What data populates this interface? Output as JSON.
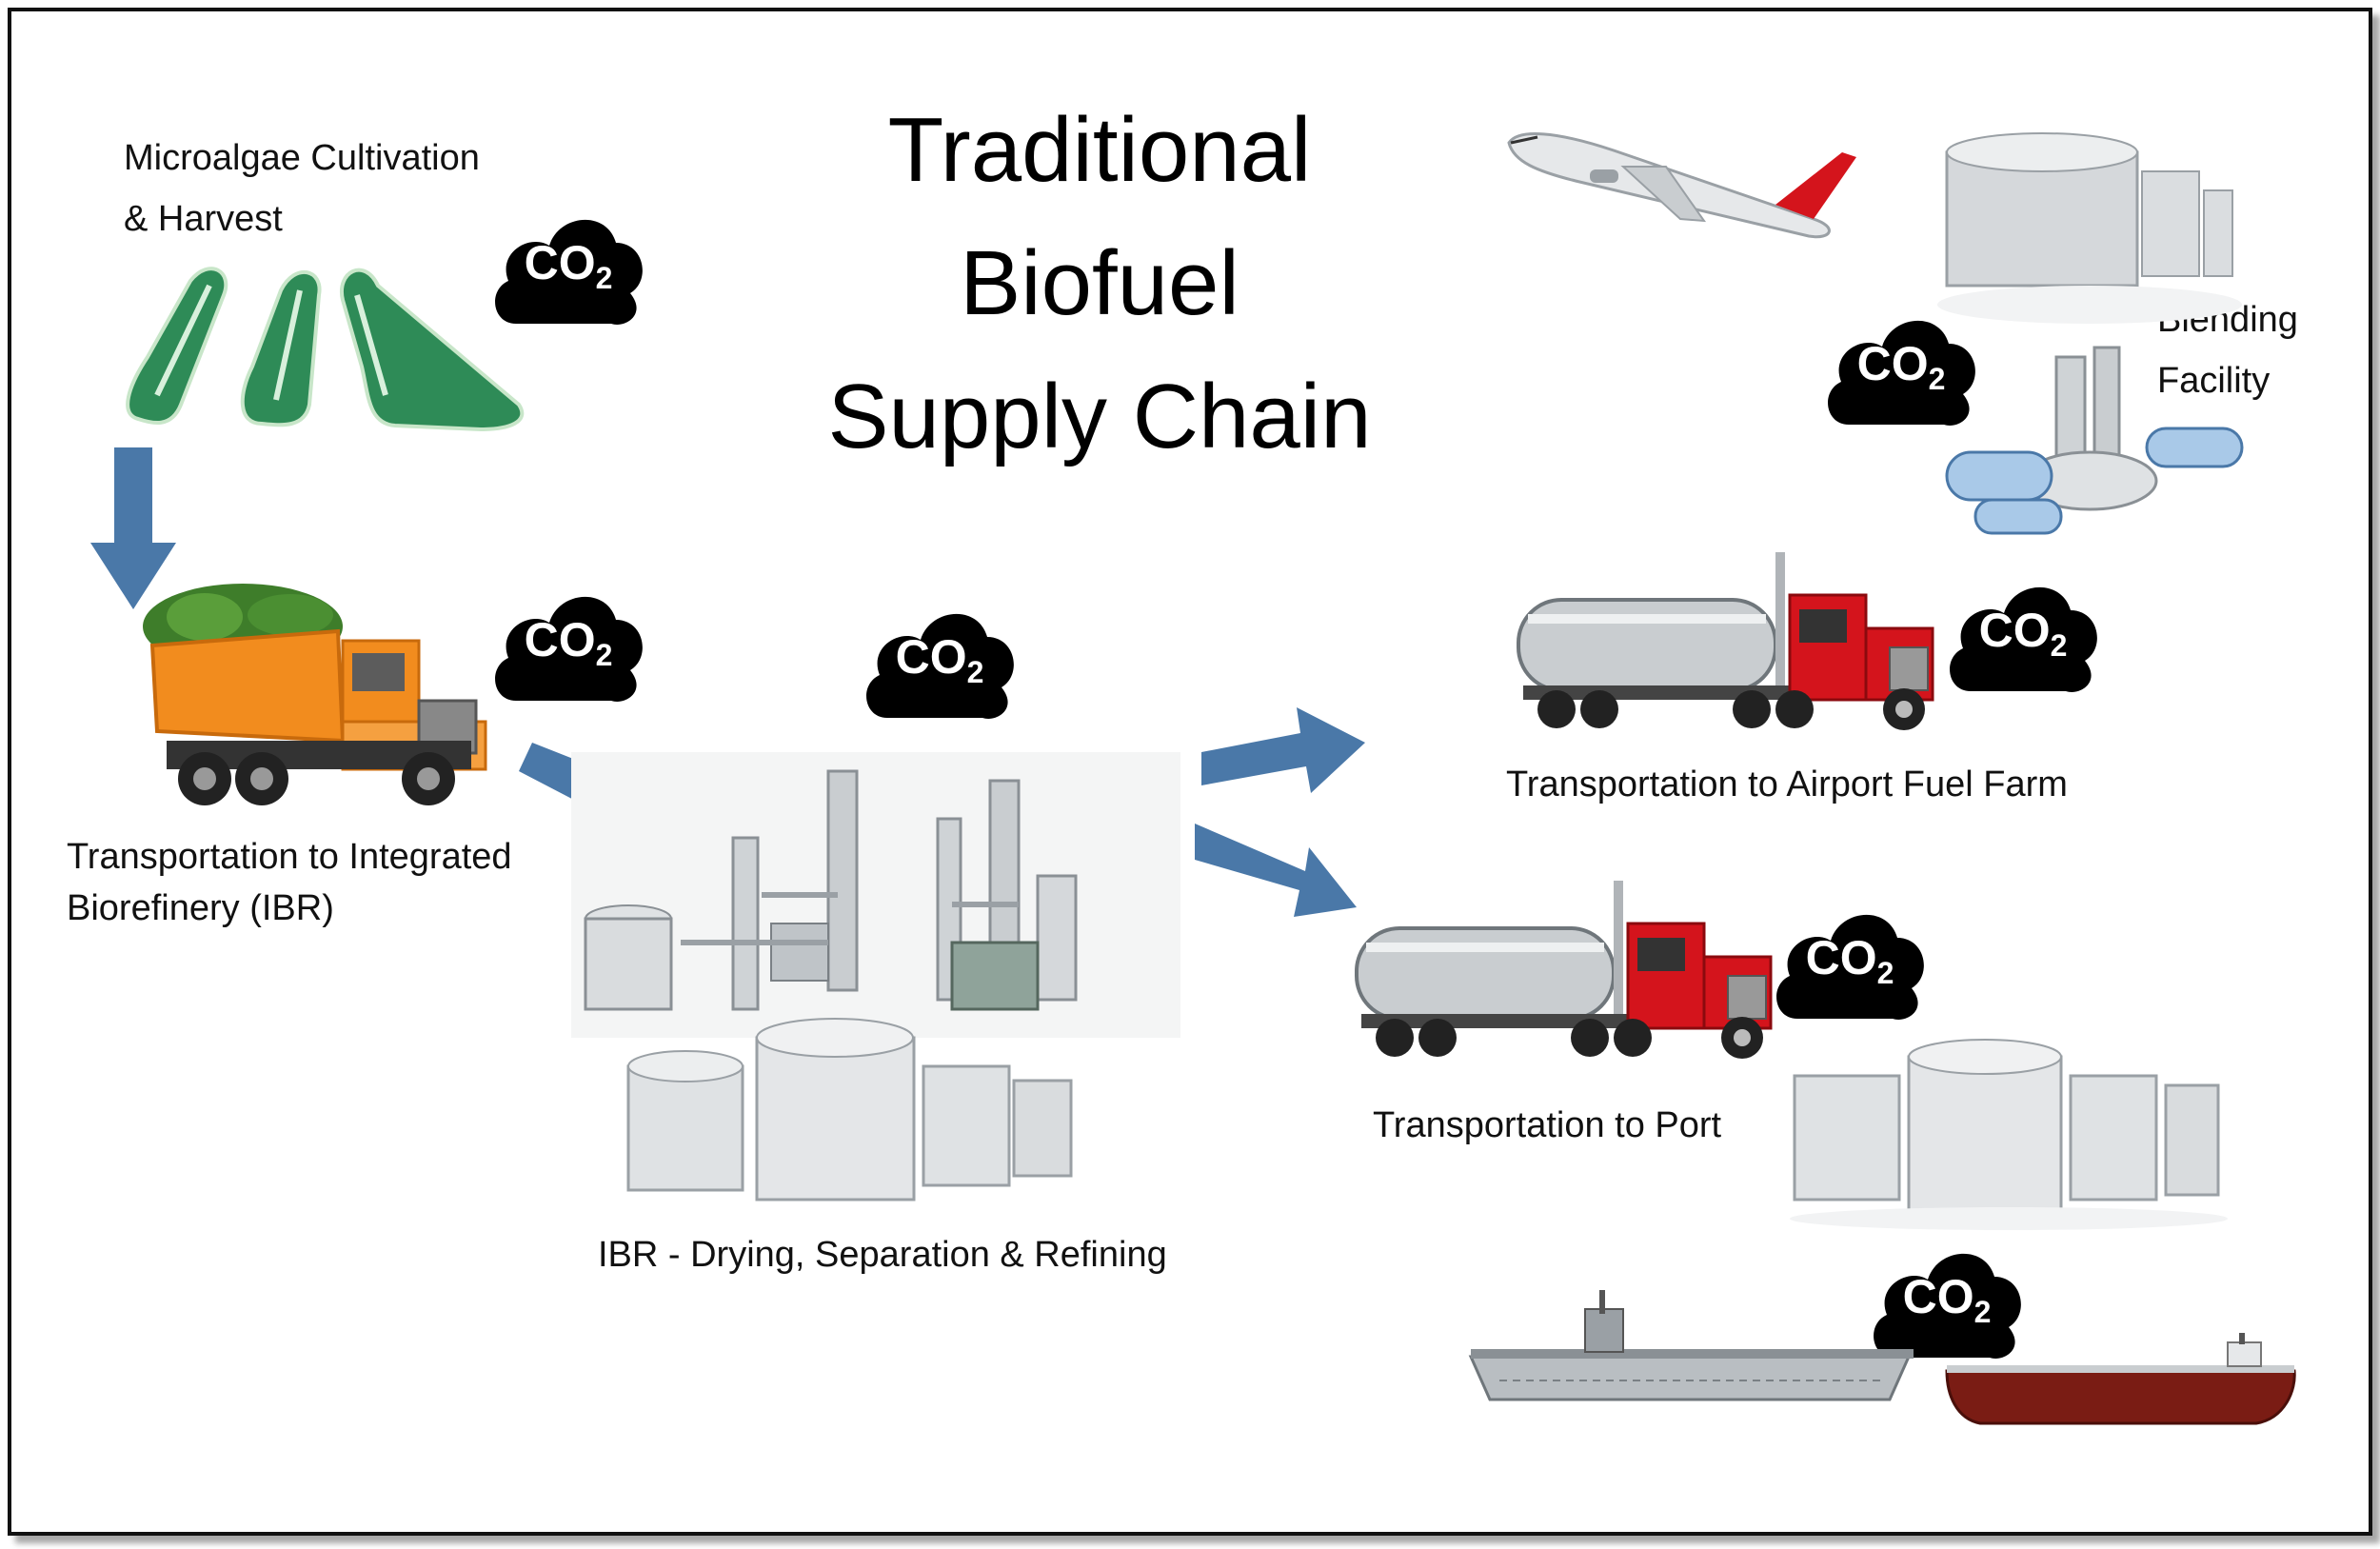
{
  "title": {
    "line1": "Traditional",
    "line2": "Biofuel",
    "line3": "Supply Chain"
  },
  "labels": {
    "cultivation_line1": "Microalgae Cultivation",
    "cultivation_line2": "& Harvest",
    "transport_ibr_line1": "Transportation to Integrated",
    "transport_ibr_line2": "Biorefinery (IBR)",
    "ibr_process": "IBR - Drying, Separation & Refining",
    "transport_airport": "Transportation to Airport Fuel Farm",
    "transport_port": "Transportation to Port",
    "blending_line1": "Blending",
    "blending_line2": "Facility"
  },
  "emission_badge": {
    "text": "CO",
    "subscript": "2"
  },
  "colors": {
    "arrow": "#4a78a8",
    "cloud": "#000000",
    "truck_orange": "#f28c1e",
    "truck_red": "#d4141c",
    "pond_green": "#2e8b57"
  }
}
